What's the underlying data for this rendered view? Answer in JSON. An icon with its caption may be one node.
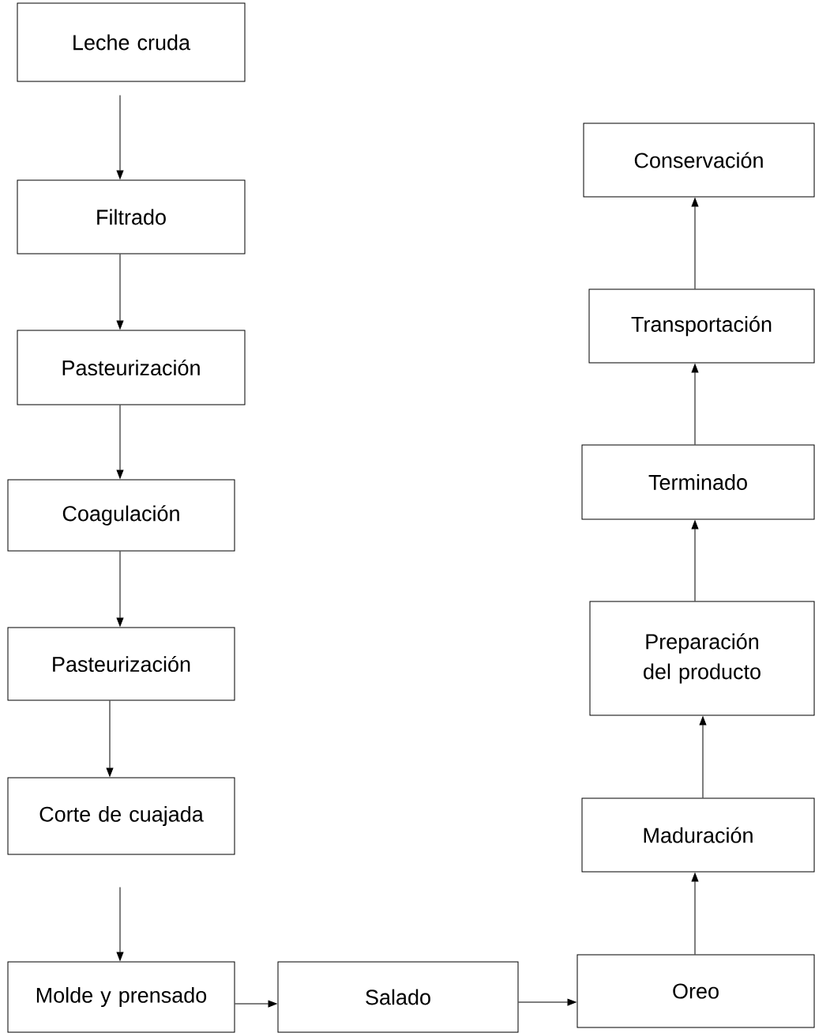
{
  "diagram": {
    "nodes": [
      {
        "text": [
          "Leche cruda"
        ]
      },
      {
        "text": [
          "Filtrado"
        ]
      },
      {
        "text": [
          "Pasteurización"
        ]
      },
      {
        "text": [
          "Coagulación"
        ]
      },
      {
        "text": [
          "Pasteurización"
        ]
      },
      {
        "text": [
          "Corte de cuajada"
        ]
      },
      {
        "text": [
          "Molde y prensado"
        ]
      },
      {
        "text": [
          "Salado"
        ]
      },
      {
        "text": [
          "Oreo"
        ]
      },
      {
        "text": [
          "Maduración"
        ]
      },
      {
        "text": [
          "Preparación del producto"
        ]
      },
      {
        "text": [
          "Terminado"
        ]
      },
      {
        "text": [
          "Transportación"
        ]
      },
      {
        "text": [
          "Conservación"
        ]
      }
    ],
    "edges": [
      {
        "from": 0,
        "to": 1,
        "arrow": "to"
      },
      {
        "from": 1,
        "to": 2,
        "arrow": "to"
      },
      {
        "from": 2,
        "to": 3,
        "arrow": "to"
      },
      {
        "from": 3,
        "to": 4,
        "arrow": "to"
      },
      {
        "from": 4,
        "to": 5,
        "arrow": "to"
      },
      {
        "from": 5,
        "to": 6,
        "arrow": "to"
      },
      {
        "from": 6,
        "to": 7,
        "arrow": "to"
      },
      {
        "from": 7,
        "to": 8,
        "arrow": "to"
      },
      {
        "from": 8,
        "to": 9,
        "arrow": "to"
      },
      {
        "from": 9,
        "to": 10,
        "arrow": "to"
      },
      {
        "from": 10,
        "to": 11,
        "arrow": "to"
      },
      {
        "from": 11,
        "to": 12,
        "arrow": "to"
      },
      {
        "from": 12,
        "to": 13,
        "arrow": "to"
      }
    ]
  }
}
